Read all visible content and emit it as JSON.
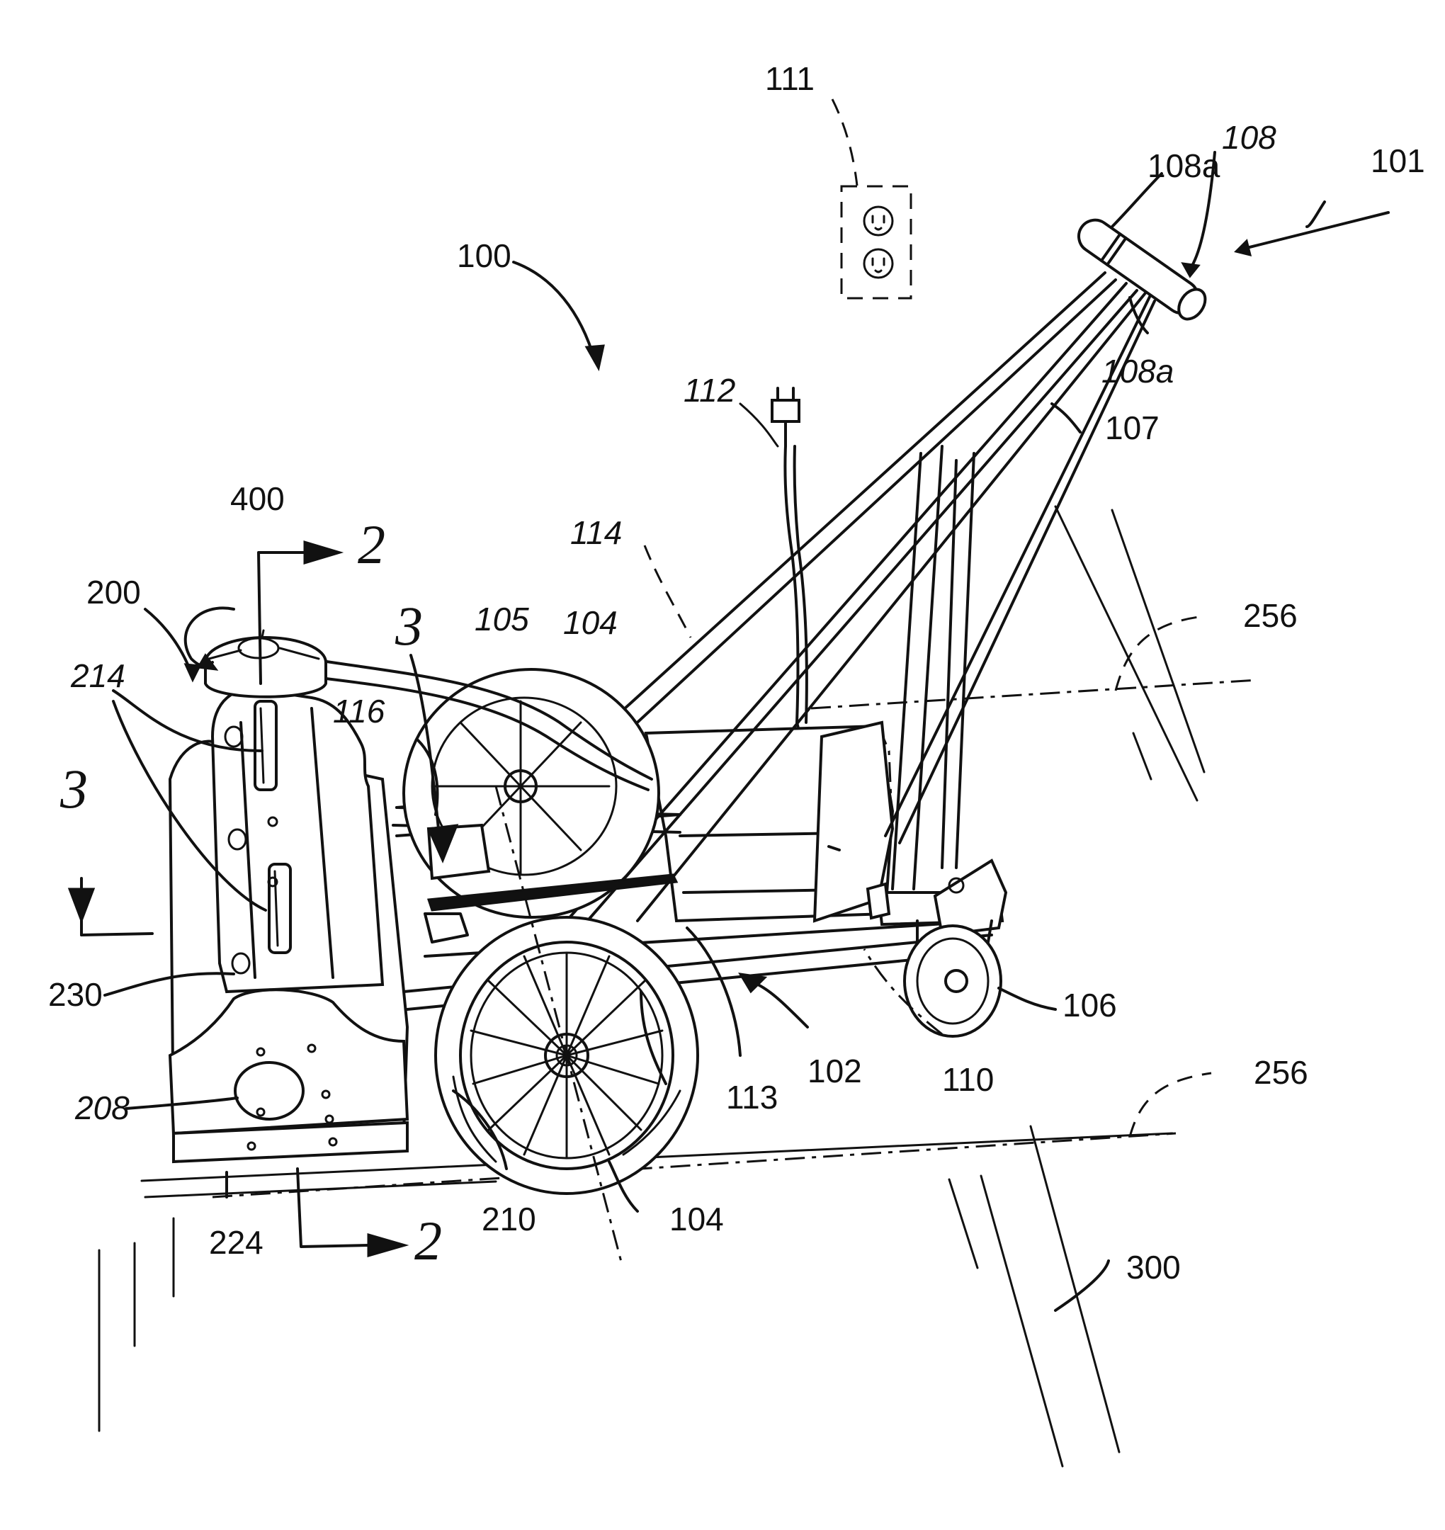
{
  "figure": {
    "reference_numerals": {
      "r100": "100",
      "r101": "101",
      "r102": "102",
      "r104a": "104",
      "r104b": "104",
      "r105": "105",
      "r106": "106",
      "r107": "107",
      "r108": "108",
      "r108a_top": "108a",
      "r108a_bottom": "108a",
      "r110": "110",
      "r111": "111",
      "r112": "112",
      "r113": "113",
      "r114": "114",
      "r116": "116",
      "r200": "200",
      "r208": "208",
      "r210": "210",
      "r214": "214",
      "r224": "224",
      "r230": "230",
      "r256_top": "256",
      "r256_bottom": "256",
      "r300": "300",
      "r400": "400"
    },
    "section_markers": {
      "s2_top": "2",
      "s2_bottom": "2",
      "s3_top": "3",
      "s3_left": "3"
    }
  }
}
